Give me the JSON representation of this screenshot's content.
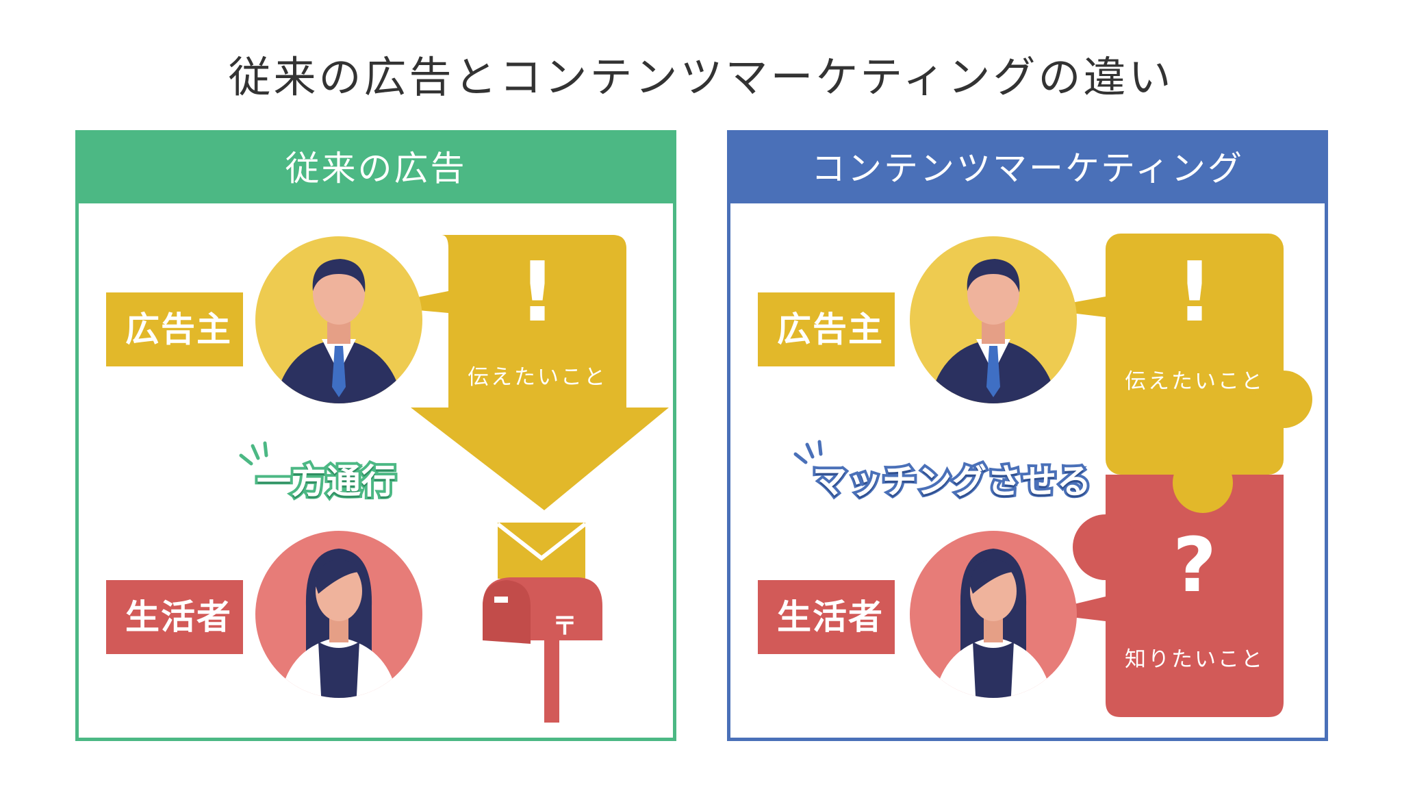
{
  "title": "従来の広告とコンテンツマーケティングの違い",
  "left_panel": {
    "header": "従来の広告",
    "advertiser_label": "広告主",
    "consumer_label": "生活者",
    "bubble_symbol": "!",
    "bubble_text": "伝えたいこと",
    "callout": "一方通行",
    "mailbox_mark": "〒"
  },
  "right_panel": {
    "header": "コンテンツマーケティング",
    "advertiser_label": "広告主",
    "consumer_label": "生活者",
    "top_piece_symbol": "!",
    "top_piece_text": "伝えたいこと",
    "bottom_piece_symbol": "?",
    "bottom_piece_text": "知りたいこと",
    "callout": "マッチングさせる"
  },
  "colors": {
    "green": "#4cb884",
    "blue": "#4a70b8",
    "yellow": "#e2b82a",
    "red": "#d25a58",
    "navy": "#2b3160",
    "skin": "#efb39c"
  }
}
